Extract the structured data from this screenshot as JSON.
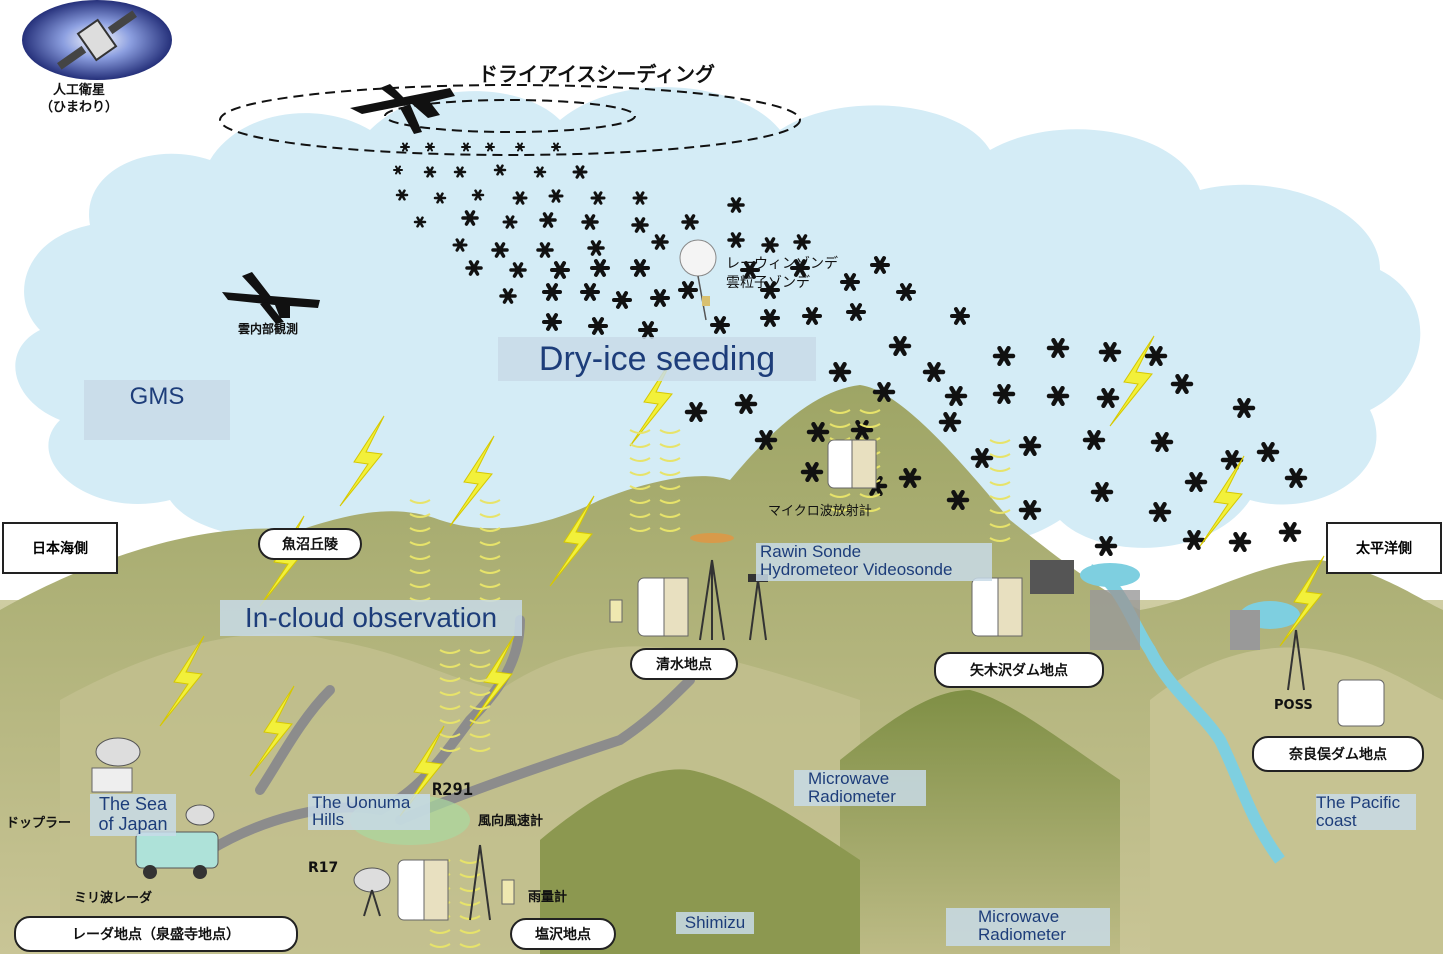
{
  "labels": {
    "satellite": "人工衛星\n（ひまわり）",
    "dry_ice_jp": "ドライアイスシーディング",
    "rawinsonde_jp": "レーウィンゾンデ\n雲粒子ゾンデ",
    "in_cloud_jp": "雲内部観測",
    "dry_ice_en": "Dry-ice seeding",
    "gms": "GMS",
    "sea_of_japan_side_jp": "日本海側",
    "pacific_side_jp": "太平洋側",
    "uonuma_hills_jp": "魚沼丘陵",
    "in_cloud_en": "In-cloud observation",
    "microwave_radiometer_jp": "マイクロ波放射計",
    "rawin_sonde_en": "Rawin Sonde\nHydrometeor Videosonde",
    "shimizu_site_jp": "清水地点",
    "yagisawa_dam_jp": "矢木沢ダム地点",
    "poss": "POSS",
    "naramata_dam_jp": "奈良俣ダム地点",
    "sea_of_japan_en": "The Sea\nof Japan",
    "doppler_jp": "ドップラー",
    "uonuma_hills_en": "The Uonuma\nHills",
    "r291": "R291",
    "wind_meter_jp": "風向風速計",
    "microwave_radiometer_en_1": "Microwave\nRadiometer",
    "pacific_coast_en": "The Pacific\ncoast",
    "r17": "R17",
    "mm_radar_jp": "ミリ波レーダ",
    "rain_gauge_jp": "雨量計",
    "radar_site_jp": "レーダ地点（泉盛寺地点）",
    "shiozawa_site_jp": "塩沢地点",
    "shimizu_en": "Shimizu",
    "microwave_radiometer_en_2": "Microwave\nRadiometer"
  },
  "colors": {
    "cloud": "#d4ecf6",
    "mountain": "#b7b682",
    "mountain_dark": "#8f9a55",
    "river": "#7ecfe0",
    "road": "#8c8c8c",
    "label_box": "#c8dae8",
    "label_text": "#1d3d7a",
    "lightning": "#f2f03a"
  }
}
